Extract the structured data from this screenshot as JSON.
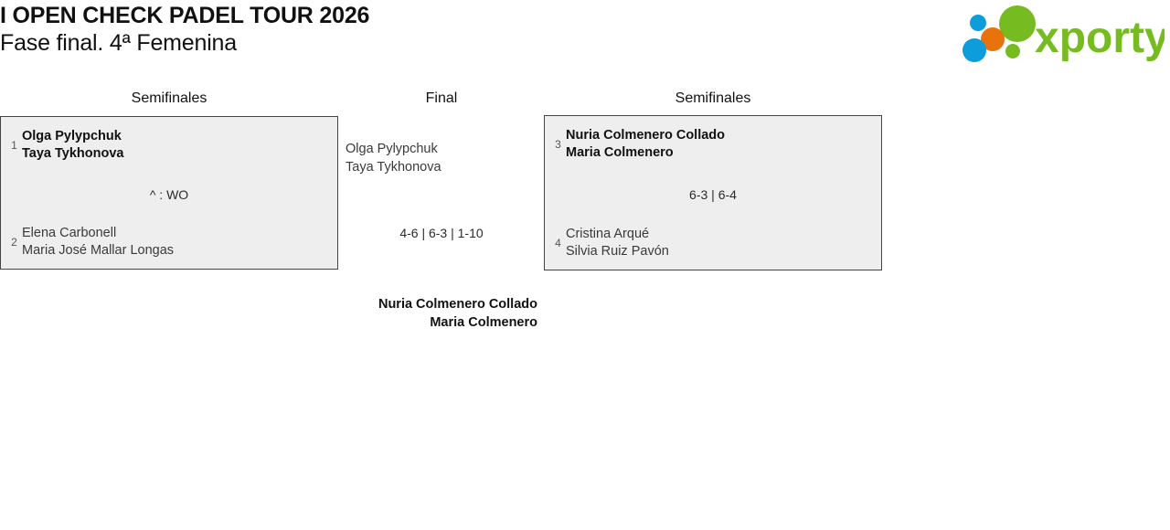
{
  "header": {
    "title_line1": "I OPEN CHECK PADEL TOUR 2026",
    "title_line2": "Fase final. 4ª Femenina",
    "logo_text": "xporty",
    "logo_colors": {
      "green": "#76bc21",
      "orange": "#e8720c",
      "blue": "#0d9ddb"
    }
  },
  "bracket": {
    "round_headers": {
      "semifinals_left": "Semifinales",
      "final": "Final",
      "semifinals_right": "Semifinales"
    },
    "matches": [
      {
        "round": "Semifinales",
        "side": "left",
        "score": "^ : WO",
        "teams": [
          {
            "seed": "1",
            "players": [
              "Olga Pylypchuk",
              "Taya Tykhonova"
            ],
            "result": "winner"
          },
          {
            "seed": "2",
            "players": [
              "Elena Carbonell",
              "Maria José Mallar Longas"
            ],
            "result": "loser"
          }
        ]
      },
      {
        "round": "Semifinales",
        "side": "right",
        "score": "6-3 | 6-4",
        "teams": [
          {
            "seed": "3",
            "players": [
              "Nuria Colmenero Collado",
              "Maria Colmenero"
            ],
            "result": "winner"
          },
          {
            "seed": "4",
            "players": [
              "Cristina Arqué",
              "Silvia Ruiz Pavón"
            ],
            "result": "loser"
          }
        ]
      },
      {
        "round": "Final",
        "side": "center",
        "score": "4-6 | 6-3 | 1-10",
        "teams": [
          {
            "seed": "",
            "players": [
              "Olga Pylypchuk",
              "Taya Tykhonova"
            ],
            "result": "loser"
          },
          {
            "seed": "",
            "players": [
              "Nuria Colmenero Collado",
              "Maria Colmenero"
            ],
            "result": "winner"
          }
        ]
      }
    ]
  }
}
